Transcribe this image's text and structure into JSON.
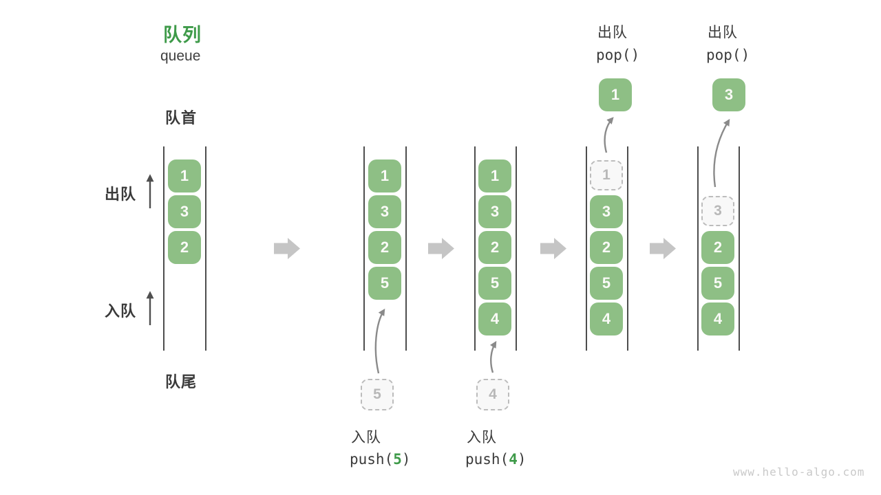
{
  "title": {
    "zh": "队列",
    "en": "queue"
  },
  "labels": {
    "front": "队首",
    "rear": "队尾",
    "dequeue": "出队",
    "enqueue": "入队"
  },
  "operations": {
    "push5": {
      "name": "入队",
      "code_pre": "push(",
      "code_arg": "5",
      "code_post": ")"
    },
    "push4": {
      "name": "入队",
      "code_pre": "push(",
      "code_arg": "4",
      "code_post": ")"
    },
    "pop1": {
      "name": "出队",
      "code": "pop()"
    },
    "pop2": {
      "name": "出队",
      "code": "pop()"
    }
  },
  "columns": [
    {
      "boxes": [
        "1",
        "3",
        "2"
      ]
    },
    {
      "boxes": [
        "1",
        "3",
        "2",
        "5"
      ],
      "incoming": "5"
    },
    {
      "boxes": [
        "1",
        "3",
        "2",
        "5",
        "4"
      ],
      "incoming": "4"
    },
    {
      "popped": "1",
      "ghost": "1",
      "boxes": [
        "3",
        "2",
        "5",
        "4"
      ]
    },
    {
      "popped": "3",
      "ghost": "3",
      "boxes": [
        "2",
        "5",
        "4"
      ]
    }
  ],
  "watermark": "www.hello-algo.com",
  "colors": {
    "accent_green": "#3e9a49",
    "box_green": "#8ebf85",
    "text_dark": "#3a3a3a",
    "ghost_gray": "#bcbcbc",
    "arrow_gray": "#8a8a8a",
    "flow_arrow_gray": "#c5c5c5",
    "rail_gray": "#4d4d4d"
  }
}
